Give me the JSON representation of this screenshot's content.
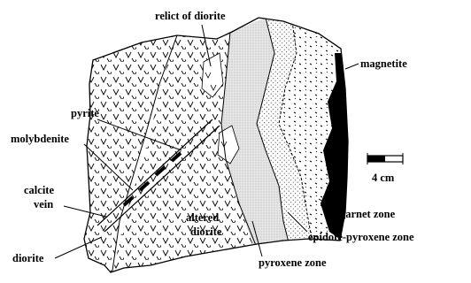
{
  "figure": {
    "labels": {
      "relict_of_diorite": "relict of diorite",
      "magnetite": "magnetite",
      "pyrite": "pyrite",
      "molybdenite": "molybdenite",
      "calcite": "calcite",
      "vein": "vein",
      "altered": "altered",
      "diorite_inner": "diorite",
      "diorite": "diorite",
      "garnet_zone": "garnet zone",
      "epidote_pyroxene_zone": "epidote-pyroxene zone",
      "pyroxene_zone": "pyroxene zone"
    },
    "scale_bar": {
      "label": "4 cm"
    }
  }
}
